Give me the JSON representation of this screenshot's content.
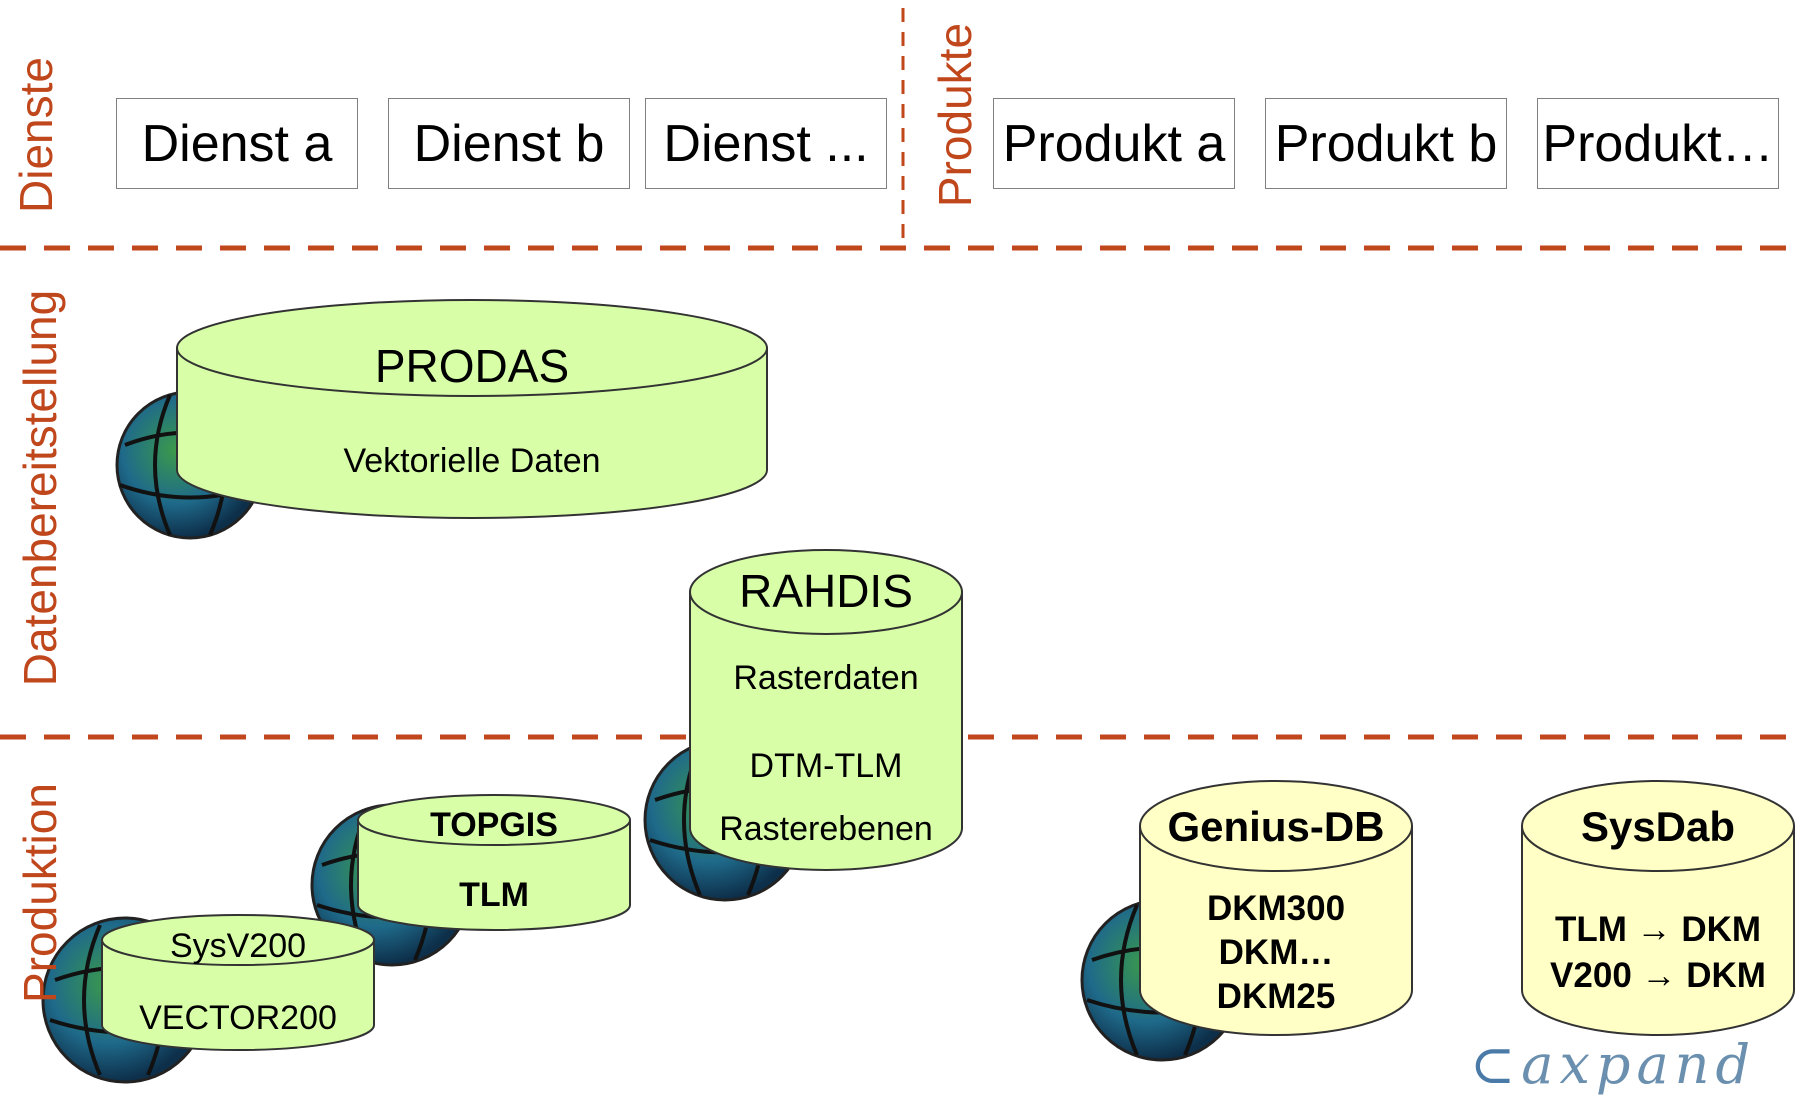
{
  "layers": {
    "dienste": "Dienste",
    "produkte": "Produkte",
    "datenbereitstellung": "Datenbereitstellung",
    "produktion": "Produktion"
  },
  "services": [
    "Dienst a",
    "Dienst b",
    "Dienst ..."
  ],
  "products": [
    "Produkt a",
    "Produkt b",
    "Produkt…"
  ],
  "databases": {
    "prodas": {
      "title": "PRODAS",
      "content": [
        "Vektorielle Daten"
      ]
    },
    "rahdis": {
      "title": "RAHDIS",
      "content": [
        "Rasterdaten",
        "DTM-TLM",
        "Rasterebenen"
      ]
    },
    "topgis": {
      "title": "TOPGIS",
      "content": [
        "TLM"
      ]
    },
    "sysv200": {
      "title": "SysV200",
      "content": [
        "VECTOR200"
      ]
    },
    "genius": {
      "title": "Genius-DB",
      "content": [
        "DKM300",
        "DKM…",
        "DKM25"
      ]
    },
    "sysdab": {
      "title": "SysDab",
      "content": [
        "TLM → DKM",
        "V200 → DKM"
      ]
    }
  },
  "logo": "axpand",
  "colors": {
    "accent": "#c0461c",
    "green_db": "#d8ffa8",
    "yellow_db": "#ffffc6"
  }
}
